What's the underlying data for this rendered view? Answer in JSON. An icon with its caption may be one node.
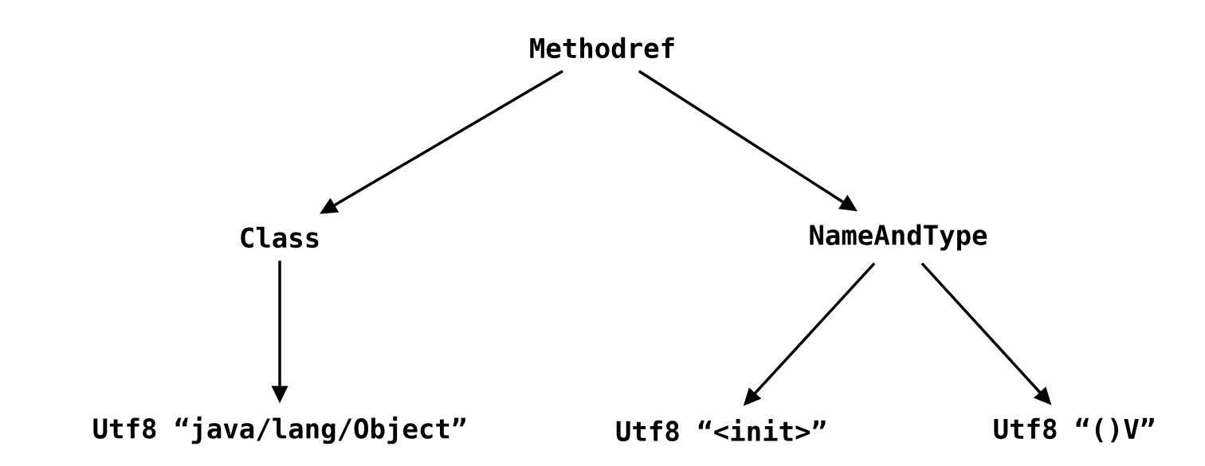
{
  "diagram": {
    "nodes": [
      {
        "text": [
          "Methodref"
        ]
      },
      {
        "text": [
          "Class"
        ]
      },
      {
        "text": [
          "NameAndType"
        ]
      },
      {
        "text": [
          "Utf8 “java/lang/Object”"
        ]
      },
      {
        "text": [
          "Utf8 “<init>”"
        ]
      },
      {
        "text": [
          "Utf8 “()V”"
        ]
      }
    ],
    "edges": [
      {
        "from": 0,
        "to": 1,
        "arrow": "to"
      },
      {
        "from": 0,
        "to": 2,
        "arrow": "to"
      },
      {
        "from": 1,
        "to": 3,
        "arrow": "to"
      },
      {
        "from": 2,
        "to": 4,
        "arrow": "to"
      },
      {
        "from": 2,
        "to": 5,
        "arrow": "to"
      }
    ]
  }
}
